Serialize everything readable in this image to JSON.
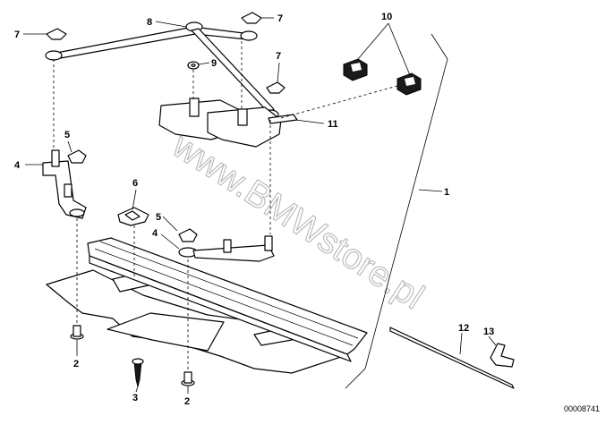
{
  "callouts": [
    "1",
    "2",
    "2",
    "3",
    "4",
    "4",
    "5",
    "5",
    "6",
    "7",
    "7",
    "7",
    "8",
    "9",
    "10",
    "11",
    "12",
    "13"
  ],
  "watermark": "www.BMWstore.pl",
  "diagram_code": "00008741"
}
